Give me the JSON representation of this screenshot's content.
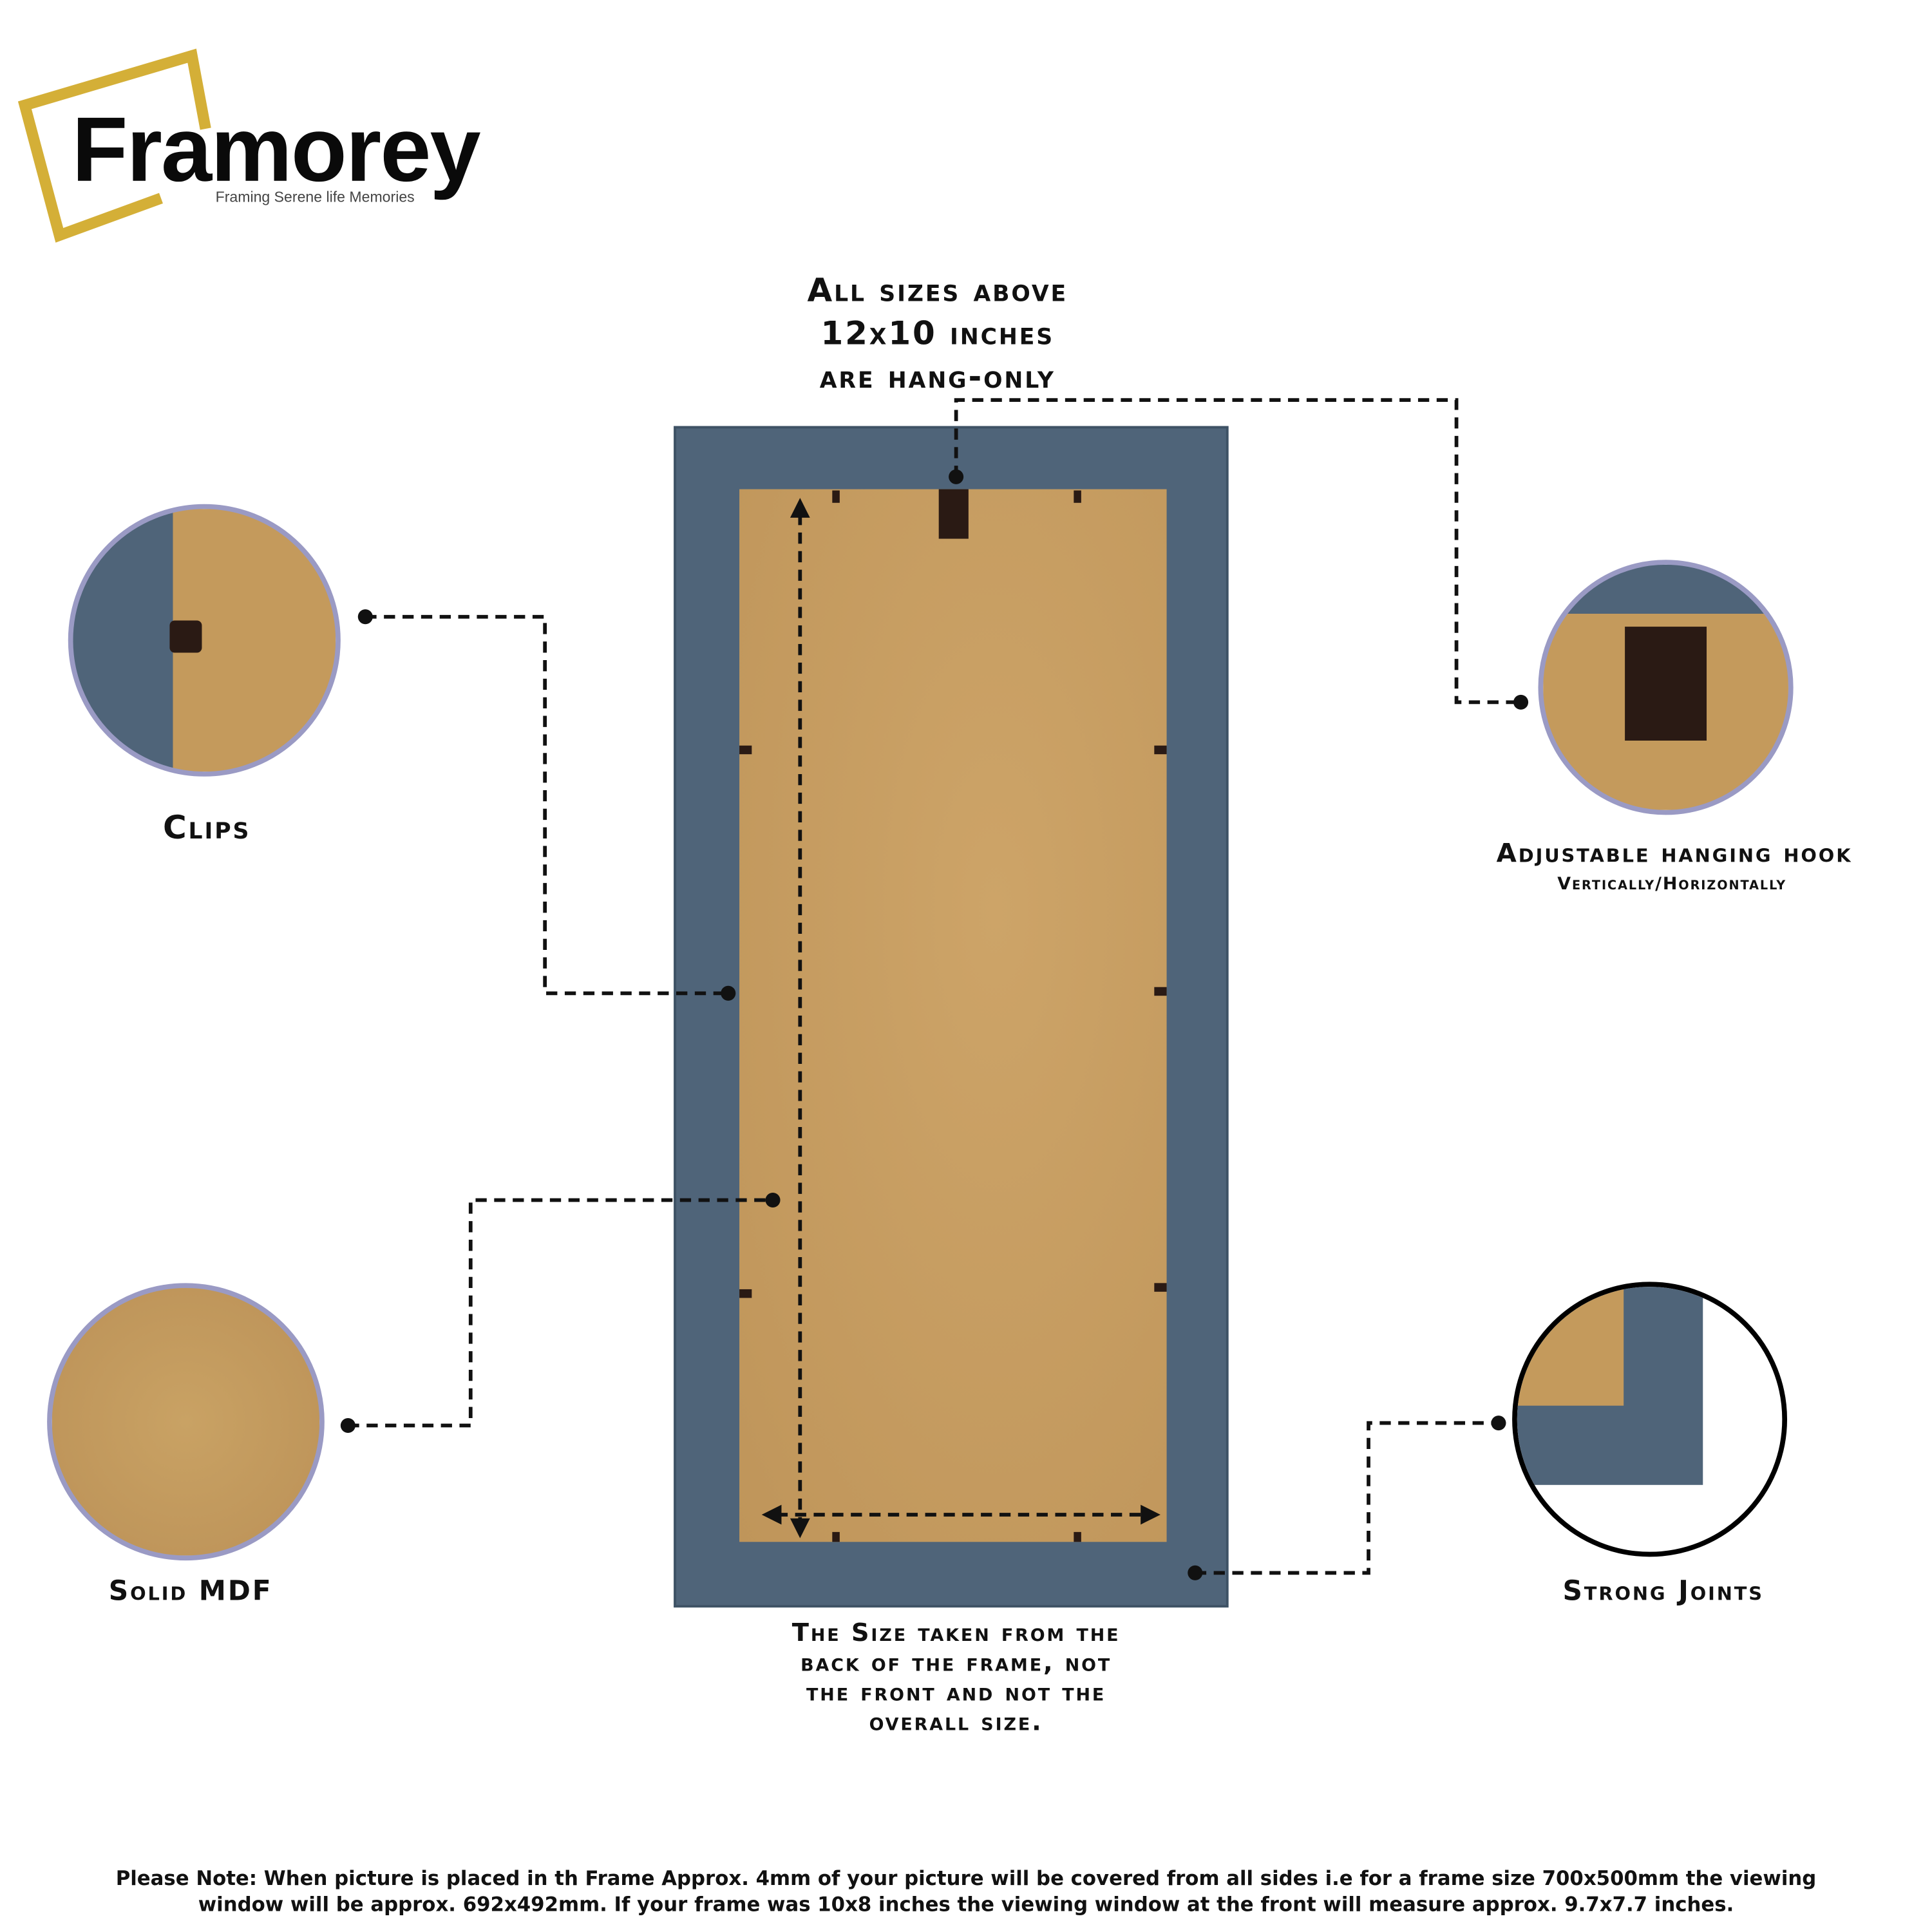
{
  "brand": {
    "name": "Framorey",
    "tagline": "Framing Serene life Memories",
    "accent_color": "#d4af37"
  },
  "top_note": [
    "All sizes above",
    "12x10 inches",
    "are hang-only"
  ],
  "features": {
    "clips": {
      "label": "Clips"
    },
    "hook": {
      "label": "Adjustable hanging hook",
      "sublabel": "Vertically/Horizontally"
    },
    "mdf": {
      "label": "Solid MDF"
    },
    "joints": {
      "label": "Strong Joints"
    }
  },
  "size_note": [
    "The Size taken from the",
    "back of the frame, not",
    "the front and not the",
    "overall size."
  ],
  "footer_note": [
    "Please Note: When picture is placed in th Frame Approx. 4mm of your picture will be covered from all sides i.e for a frame size 700x500mm the viewing",
    "window will be approx. 692x492mm. If your frame was 10x8 inches the viewing window at the front will measure approx. 9.7x7.7 inches."
  ],
  "colors": {
    "frame": "#4f6479",
    "backing": "#c59c60",
    "dark": "#2a1a14"
  }
}
